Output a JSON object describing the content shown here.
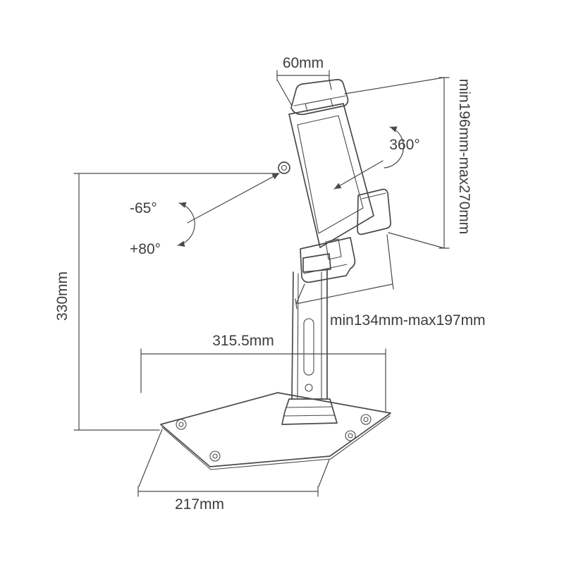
{
  "diagram": {
    "subject": "tablet-desk-stand-dimension-drawing",
    "colors": {
      "background": "#ffffff",
      "line": "#4a4a4a",
      "text": "#3d3d3d"
    },
    "dimensions": {
      "clamp_width": "60mm",
      "height_range": "min196mm-max270mm",
      "rotation": "360°",
      "tilt_down": "-65°",
      "tilt_up": "+80°",
      "stand_height": "330mm",
      "holder_width_range": "min134mm-max197mm",
      "base_depth": "315.5mm",
      "base_width": "217mm"
    }
  }
}
